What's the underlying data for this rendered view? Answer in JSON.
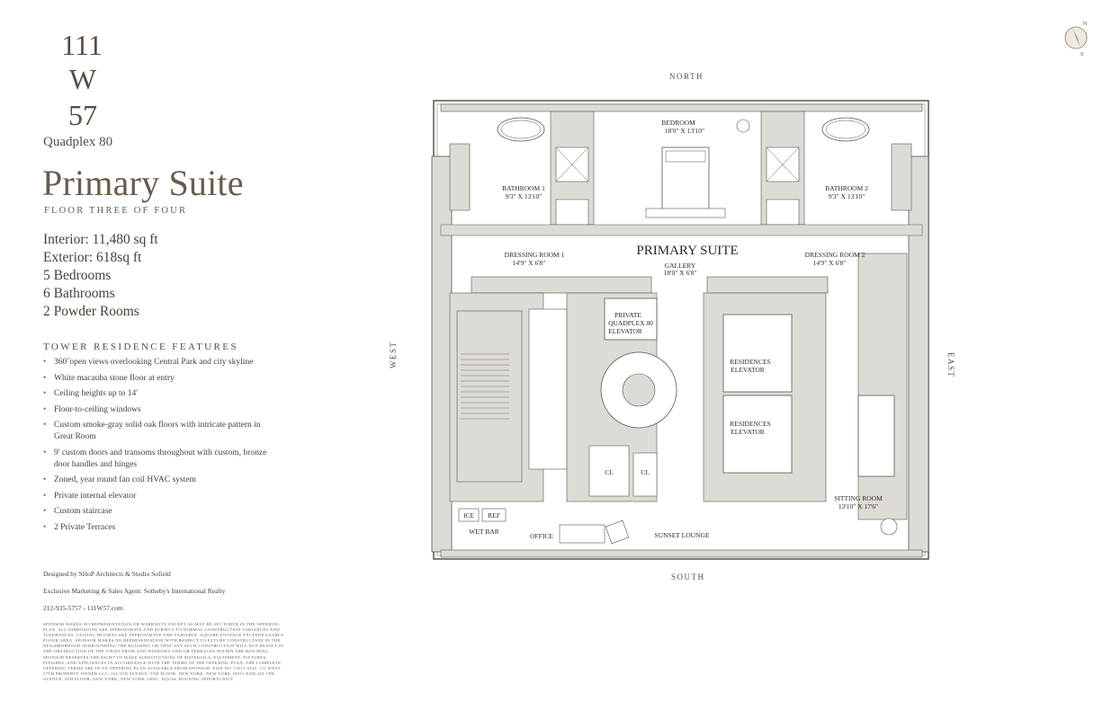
{
  "address": {
    "line1": "111",
    "line2": "W",
    "line3": "57"
  },
  "plan_name": "Quadplex 80",
  "title": "Primary Suite",
  "floor_label": "FLOOR THREE OF FOUR",
  "stats": {
    "interior": "Interior: 11,480 sq ft",
    "exterior": "Exterior: 618sq ft",
    "bedrooms": "5 Bedrooms",
    "bathrooms": "6 Bathrooms",
    "powder_rooms": "2 Powder Rooms"
  },
  "features": {
    "heading": "TOWER RESIDENCE FEATURES",
    "items": [
      "360˚open views overlooking Central Park and city skyline",
      "White macauba stone floor at entry",
      "Ceiling heights up to 14'",
      "Floor-to-ceiling windows",
      "Custom smoke-gray solid oak floors with intricate pattern in Great Room",
      "9' custom doors and transoms throughout with custom, bronze door handles and hinges",
      "Zoned, year round fan coil HVAC system",
      "Private internal elevator",
      "Custom staircase",
      "2 Private Terraces"
    ]
  },
  "credits": {
    "designed_by": "Designed by SHoP Architects & Studio Sofield",
    "marketing": "Exclusive Marketing & Sales Agent: Sotheby's International Realty",
    "contact": "212-935-5757   -   111W57.com"
  },
  "disclaimer": "Sponsor makes no representation or warranty except as may be set forth in the offering plan. All dimensions are approximate and subject to normal construction variances and tolerances. Ceiling heights are approximate and variable. Square footage exceeds usable floor area. Sponsor makes no representation with respect to future construction in the neighborhood surrounding the building or that any such construction will not result in the obstruction of the views from and windows and/or terraces within the building. Sponsor reserves the right to make substitutions of materials, equipment, fixtures, finishes, and appliances in accordance with the terms of the offering plan. The complete offering terms are in an offering plan available from sponsor. File No. CD15-0145. 111 West 57th Property Owner LLC, 114 5th Avenue, 9th Floor, New York, New York 10011 and 220 5th Avenue, 4th Floor, New York, New York 10001. Equal housing opportunity.",
  "compass": {
    "n": "N",
    "s": "S"
  },
  "directions": {
    "north": "NORTH",
    "south": "SOUTH",
    "east": "EAST",
    "west": "WEST"
  },
  "rooms": {
    "bedroom": {
      "name": "BEDROOM",
      "dims": "18'0\" X 13'10\""
    },
    "bathroom1": {
      "name": "BATHROOM 1",
      "dims": "9'3\" X 13'10\""
    },
    "bathroom2": {
      "name": "BATHROOM 2",
      "dims": "9'3\" X 13'10\""
    },
    "dressing1": {
      "name": "DRESSING ROOM 1",
      "dims": "14'9\" X 6'8\""
    },
    "dressing2": {
      "name": "DRESSING ROOM 2",
      "dims": "14'9\" X 6'8\""
    },
    "primary_suite": "PRIMARY SUITE",
    "gallery": {
      "name": "GALLERY",
      "dims": "18'0\" X 6'8\""
    },
    "private_elevator": [
      "PRIVATE",
      "QUADPLEX 80",
      "ELEVATOR"
    ],
    "res_elevator1": [
      "RESIDENCES",
      "ELEVATOR"
    ],
    "res_elevator2": [
      "RESIDENCES",
      "ELEVATOR"
    ],
    "cl1": "CL",
    "cl2": "CL",
    "ice": "ICE",
    "ref": "REF",
    "wet_bar": "WET BAR",
    "office": "OFFICE",
    "sunset_lounge": "SUNSET LOUNGE",
    "sitting_room": {
      "name": "SITTING ROOM",
      "dims": "13'10\" X 17'6\""
    }
  },
  "colors": {
    "wall_fill": "#dedbd6",
    "wall_stroke": "#5a5550",
    "text": "#3a332c",
    "accent": "#6b5b4c"
  }
}
